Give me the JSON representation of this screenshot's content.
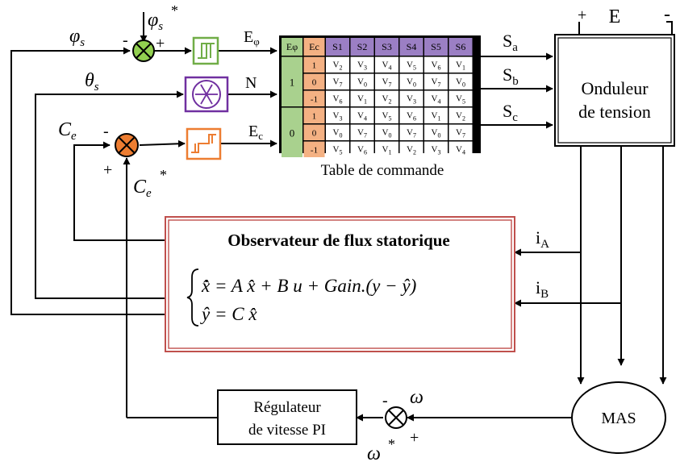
{
  "signals": {
    "phi_s": "φ",
    "phi_s_sub": "s",
    "phi_s_ref": "φ",
    "phi_s_ref_sub": "s",
    "star": "*",
    "theta_s": "θ",
    "theta_s_sub": "s",
    "ce": "C",
    "ce_sub": "e",
    "ce_ref": "C",
    "ce_ref_sub": "e",
    "e_phi": "E",
    "e_phi_sub": "φ",
    "n": "N",
    "e_c": "E",
    "e_c_sub": "c",
    "sa": "S",
    "sa_sub": "a",
    "sb": "S",
    "sb_sub": "b",
    "sc": "S",
    "sc_sub": "c",
    "e_supply": "E",
    "i_a": "i",
    "i_a_sub": "A",
    "i_b": "i",
    "i_b_sub": "B",
    "omega": "ω",
    "omega_ref": "ω"
  },
  "signs": {
    "phi_minus": "-",
    "phi_plus": "+",
    "ce_minus": "-",
    "ce_plus": "+",
    "supply_plus": "+",
    "supply_minus": "-",
    "omega_minus": "-",
    "omega_plus": "+"
  },
  "table": {
    "caption": "Table de commande",
    "headers": [
      "Eφ",
      "Ec",
      "S1",
      "S2",
      "S3",
      "S4",
      "S5",
      "S6"
    ],
    "ephi_values": [
      "1",
      "0"
    ],
    "ec_values": [
      "1",
      "0",
      "-1",
      "1",
      "0",
      "-1"
    ],
    "rows": [
      [
        "V2",
        "V3",
        "V4",
        "V5",
        "V6",
        "V1"
      ],
      [
        "V7",
        "V0",
        "V7",
        "V0",
        "V7",
        "V0"
      ],
      [
        "V6",
        "V1",
        "V2",
        "V3",
        "V4",
        "V5"
      ],
      [
        "V3",
        "V4",
        "V5",
        "V6",
        "V1",
        "V2"
      ],
      [
        "V0",
        "V7",
        "V0",
        "V7",
        "V0",
        "V7"
      ],
      [
        "V5",
        "V6",
        "V1",
        "V2",
        "V3",
        "V4"
      ]
    ]
  },
  "onduleur": {
    "line1": "Onduleur",
    "line2": "de tension"
  },
  "observer": {
    "title": "Observateur de flux statorique",
    "eq1": "x̂̇ = A x̂ + B u + Gain.(y − ŷ)",
    "eq2": "ŷ = C x̂"
  },
  "regulator": {
    "line1": "Régulateur",
    "line2": "de vitesse PI"
  },
  "motor": "MAS",
  "colors": {
    "table_header": "#9b7fc4",
    "ephi_col": "#a9d18e",
    "ec_col": "#f4b183",
    "observer_border": "#c0504d",
    "hysteresis_flux": "#70ad47",
    "hysteresis_torque": "#ed7d31",
    "sector": "#7030a0",
    "summer_flux": "#92d050",
    "summer_torque": "#ed7d31"
  }
}
